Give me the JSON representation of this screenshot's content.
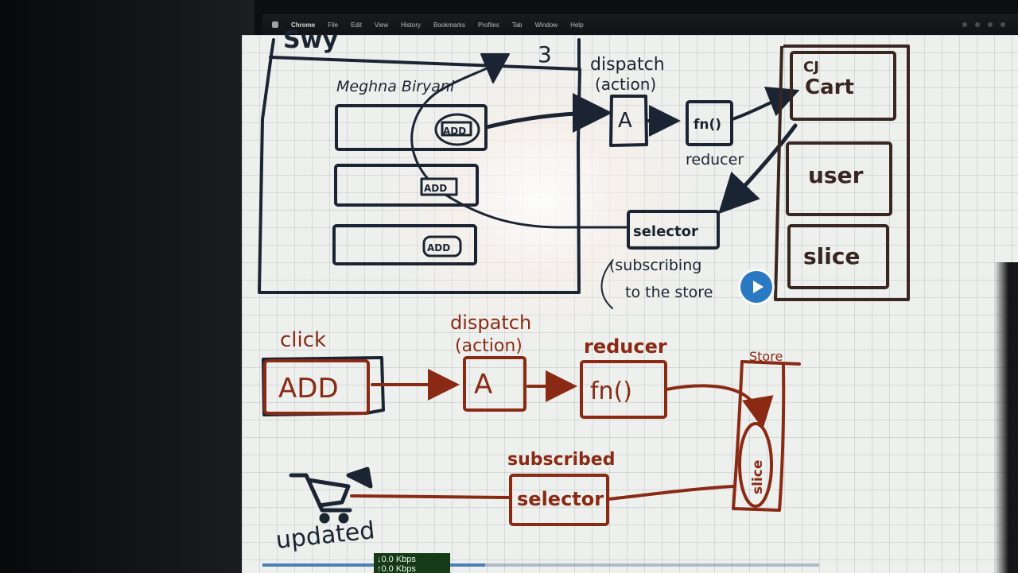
{
  "menubar": {
    "app": "Chrome",
    "items": [
      "File",
      "Edit",
      "View",
      "History",
      "Bookmarks",
      "Profiles",
      "Tab",
      "Window",
      "Help"
    ]
  },
  "board": {
    "top": {
      "header_scrawl": "Swy",
      "cart_count": "3",
      "restaurant": "Meghna Biryani",
      "add_button": "ADD",
      "dispatch": "dispatch",
      "action": "(action)",
      "action_box": "A",
      "fn_box": "fn()",
      "reducer": "reducer",
      "selector": "selector",
      "subscribing_1": "(subscribing",
      "subscribing_2": "to the store",
      "store_cart_prefix": "CJ",
      "store_cart": "Cart",
      "store_user": "user",
      "store_slice": "slice"
    },
    "bottom": {
      "click": "click",
      "add_box": "ADD",
      "dispatch": "dispatch",
      "action": "(action)",
      "action_box": "A",
      "reducer": "reducer",
      "fn_box": "fn()",
      "store": "Store",
      "slice": "slice",
      "subscribed": "subscribed",
      "selector": "selector",
      "updated": "updated"
    }
  },
  "overlay": {
    "kbps_1": "↓0.0 Kbps",
    "kbps_2": "↑0.0 Kbps"
  },
  "video": {
    "progress_fraction": 0.4
  },
  "colors": {
    "ink_blue": "#1b2433",
    "ink_red": "#8a2a14",
    "board": "#eef0ed",
    "play": "#2b79c2"
  }
}
